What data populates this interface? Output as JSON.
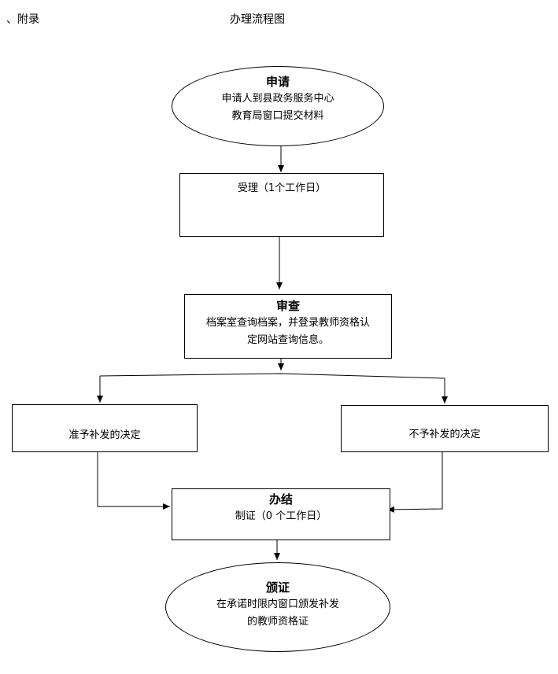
{
  "header": {
    "appendix_label": "、附录",
    "diagram_title": "办理流程图"
  },
  "nodes": {
    "apply": {
      "title": "申请",
      "line1": "申请人到县政务服务中心",
      "line2": "教育局窗口提交材料"
    },
    "accept": {
      "line1": "受理（1个工作日）"
    },
    "review": {
      "title": "审查",
      "line1": "档案室查询档案，并登录教师资格认",
      "line2": "定网站查询信息。"
    },
    "approve": {
      "line1": "准予补发的决定"
    },
    "reject": {
      "line1": "不予补发的决定"
    },
    "complete": {
      "title": "办结",
      "line1": "制证（0 个工作日）"
    },
    "issue": {
      "title": "颁证",
      "line1": "在承诺时限内窗口颁发补发",
      "line2": "的教师资格证"
    }
  }
}
